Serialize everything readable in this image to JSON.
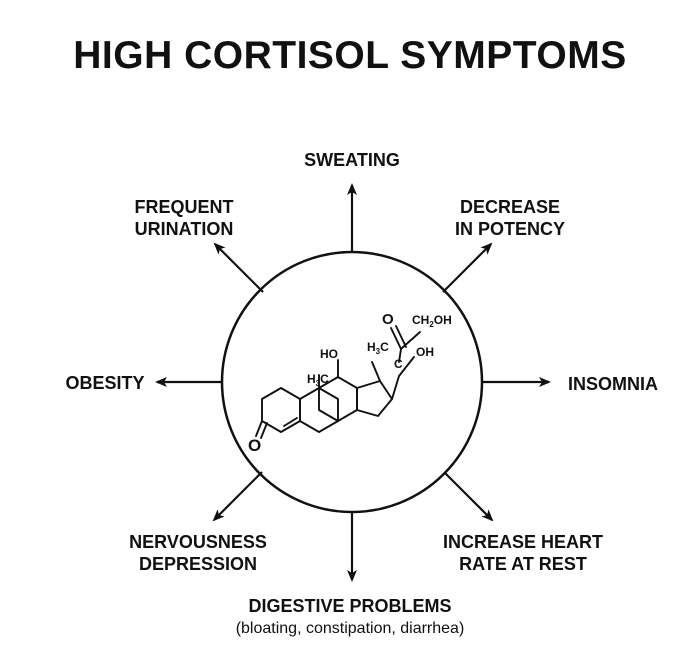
{
  "title": "HIGH CORTISOL SYMPTOMS",
  "symptoms": {
    "top": "SWEATING",
    "top_left": [
      "FREQUENT",
      "URINATION"
    ],
    "top_right": [
      "DECREASE",
      "IN POTENCY"
    ],
    "left": "OBESITY",
    "right": "INSOMNIA",
    "bottom_left": [
      "NERVOUSNESS",
      "DEPRESSION"
    ],
    "bottom_right": [
      "INCREASE HEART",
      "RATE AT REST"
    ],
    "bottom": "DIGESTIVE PROBLEMS",
    "bottom_note": "(bloating, constipation, diarrhea)"
  },
  "molecule": {
    "ketone_o": "O",
    "side_chain_o": "O",
    "ch2oh": "CH",
    "ch2oh_sub": "2",
    "ch2oh_end": "OH",
    "oh_17": "OH",
    "ho_11": "HO",
    "h3c_a": "H",
    "h3c_a_sub": "3",
    "h3c_a_end": "C",
    "h3c_b": "H",
    "h3c_b_sub": "3",
    "h3c_b_end": "C",
    "c_label": "C"
  },
  "colors": {
    "ink": "#111111",
    "background": "#ffffff"
  }
}
